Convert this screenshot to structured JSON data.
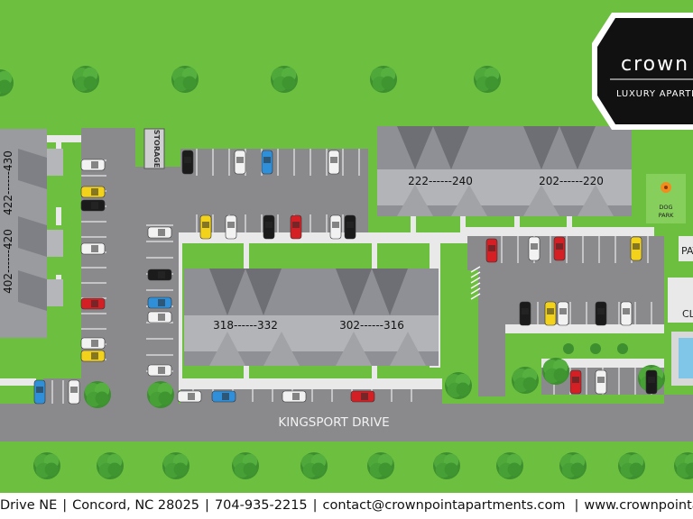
{
  "map": {
    "road_label": "KINGSPORT DRIVE",
    "storage_label": "STORAGE",
    "dog_park_label": "DOG PARK",
    "patio_label": "PAT",
    "clubhouse_label": "CLU",
    "buildings": [
      {
        "label": "402------420"
      },
      {
        "label": "422------430"
      },
      {
        "label": "222------240"
      },
      {
        "label": "202------220"
      },
      {
        "label": "318------332"
      },
      {
        "label": "302------316"
      }
    ]
  },
  "logo": {
    "name": "crown",
    "tagline": "LUXURY APARTM"
  },
  "footer": {
    "address": "Drive NE",
    "city": "Concord, NC 28025",
    "phone": "704-935-2215",
    "email": "contact@crownpointapartments.com",
    "website": "www.crownpointap",
    "separator": "|"
  },
  "colors": {
    "grass": "#6dbf3f",
    "pavement": "#8a8a8d",
    "sidewalk": "#e9e9e9",
    "roof": "#8f9095",
    "roof_light": "#b3b4b8",
    "logo_bg": "#111111"
  }
}
